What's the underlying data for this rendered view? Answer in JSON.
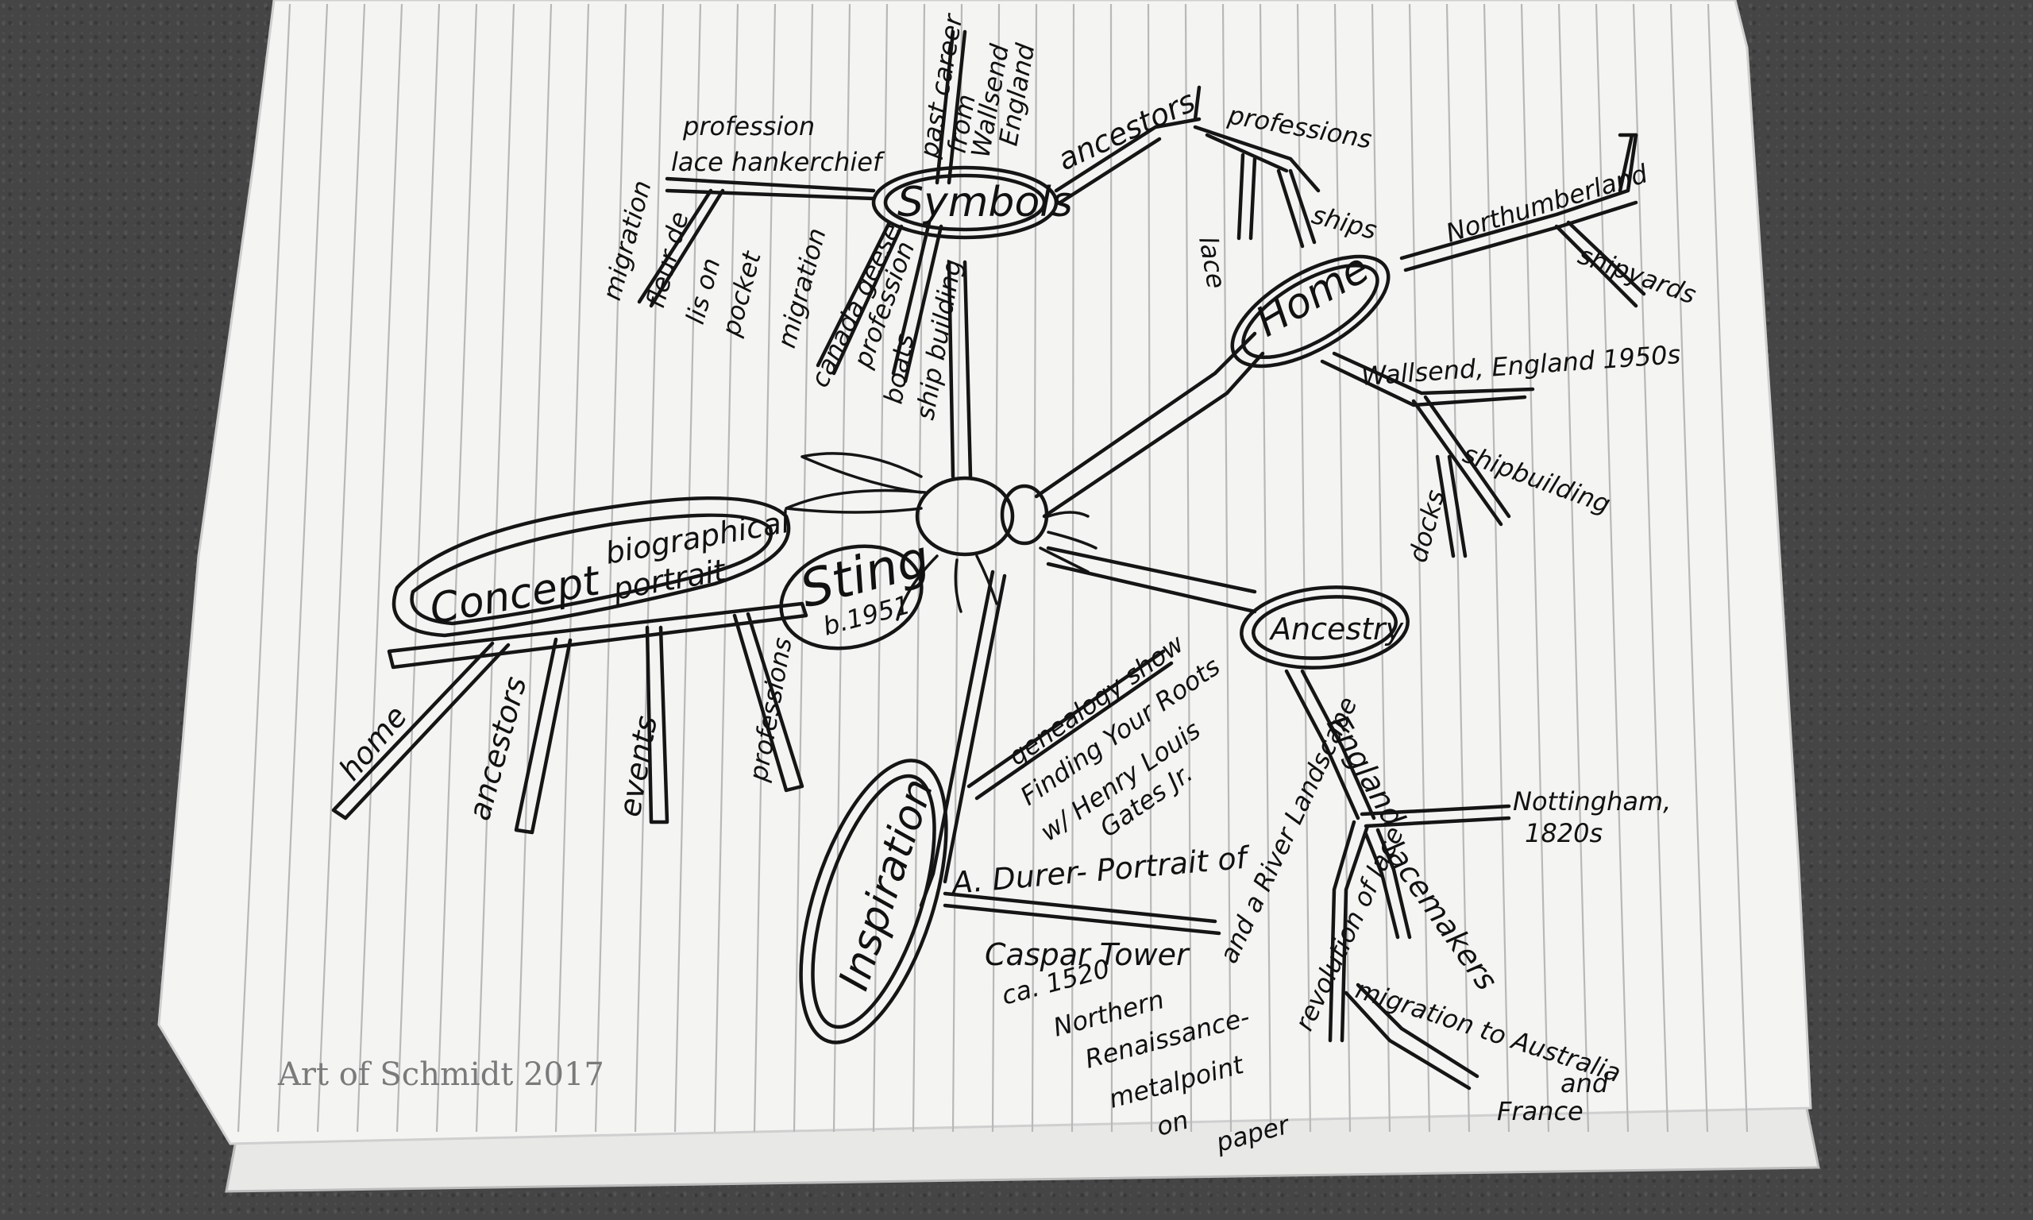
{
  "center": {
    "name": "Sting",
    "year": "b.1951"
  },
  "concept": {
    "title": "Concept",
    "subtitle1": "biographical",
    "subtitle2": "portrait",
    "branches": [
      "home",
      "ancestors",
      "events",
      "professions"
    ]
  },
  "symbols": {
    "title": "Symbols",
    "branches": [
      "profession",
      "lace hankerchief",
      "migration",
      "fleur de",
      "lis on",
      "pocket",
      "migration",
      "canada geese",
      "profession",
      "boats",
      "ship building",
      "past career",
      "from",
      "Wallsend",
      "England",
      "ancestors",
      "professions",
      "lace",
      "ships"
    ]
  },
  "home": {
    "title": "Home",
    "branches": [
      "Northumberland",
      "shipyards",
      "Wallsend, England 1950s",
      "shipbuilding",
      "docks"
    ]
  },
  "ancestry": {
    "title": "Ancestry",
    "branches": [
      "England",
      "Nottingham,",
      "1820s",
      "lacemakers",
      "migration to Australia",
      "and",
      "France",
      "revolution of lace"
    ]
  },
  "inspiration": {
    "title": "Inspiration",
    "branches": [
      "genealogy show",
      "Finding Your Roots",
      "w/ Henry Louis",
      "Gates Jr.",
      "A. Durer- Portrait of",
      "Caspar Tower",
      "ca. 1520",
      "Northern",
      "Renaissance-",
      "metalpoint",
      "on",
      "paper",
      "and a River Landscape"
    ]
  },
  "watermark": "Art of Schmidt 2017"
}
